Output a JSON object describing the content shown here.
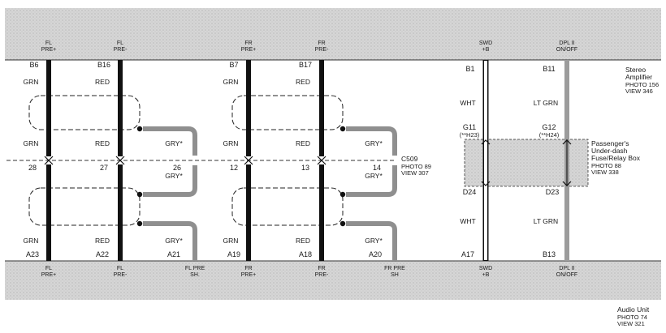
{
  "top_connector": {
    "signals": [
      {
        "l1": "FL",
        "l2": "PRE+"
      },
      {
        "l1": "FL",
        "l2": "PRE-"
      },
      {
        "l1": "FR",
        "l2": "PRE+"
      },
      {
        "l1": "FR",
        "l2": "PRE-"
      },
      {
        "l1": "SWD",
        "l2": "+B"
      },
      {
        "l1": "DPL II",
        "l2": "ON/OFF"
      }
    ],
    "component": {
      "name1": "Stereo",
      "name2": "Amplifier",
      "photo": "PHOTO 156",
      "view": "VIEW 346"
    }
  },
  "bottom_connector": {
    "signals": [
      {
        "l1": "FL",
        "l2": "PRE+"
      },
      {
        "l1": "FL",
        "l2": "PRE-"
      },
      {
        "l1": "FL PRE",
        "l2": "SH."
      },
      {
        "l1": "FR",
        "l2": "PRE+"
      },
      {
        "l1": "FR",
        "l2": "PRE-"
      },
      {
        "l1": "FR PRE",
        "l2": "SH"
      },
      {
        "l1": "SWD",
        "l2": "+B"
      },
      {
        "l1": "DPL II",
        "l2": "ON/OFF"
      }
    ],
    "component": {
      "name": "Audio Unit",
      "photo": "PHOTO 74",
      "view": "VIEW 321"
    }
  },
  "wires": [
    {
      "top_pin": "B6",
      "bottom_pin": "A23",
      "upper_color": "GRN",
      "mid_color": "GRN",
      "lower_color": "GRN",
      "c509_pin": "28"
    },
    {
      "top_pin": "B16",
      "bottom_pin": "A22",
      "upper_color": "RED",
      "mid_color": "RED",
      "lower_color": "RED",
      "c509_pin": "27"
    },
    {
      "top_pin": "B7",
      "bottom_pin": "A19",
      "upper_color": "GRN",
      "mid_color": "GRN",
      "lower_color": "GRN",
      "c509_pin": "12"
    },
    {
      "top_pin": "B17",
      "bottom_pin": "A18",
      "upper_color": "RED",
      "mid_color": "RED",
      "lower_color": "RED",
      "c509_pin": "13"
    }
  ],
  "shields": [
    {
      "upper_color": "GRY*",
      "c509_pin": "26",
      "lower_color1": "GRY*",
      "lower_color2": "GRY*",
      "bottom_pin": "A21"
    },
    {
      "upper_color": "GRY*",
      "c509_pin": "14",
      "lower_color1": "GRY*",
      "lower_color2": "GRY*",
      "bottom_pin": "A20"
    }
  ],
  "c509": {
    "name": "C509",
    "photo": "PHOTO 89",
    "view": "VIEW 307"
  },
  "power_wires": [
    {
      "top_pin": "B1",
      "upper_color": "WHT",
      "fuse_top_pin": "G11",
      "fuse_top_note": "(**H23)",
      "fuse_bottom_pin": "D24",
      "lower_color": "WHT",
      "bottom_pin": "A17"
    },
    {
      "top_pin": "B11",
      "upper_color": "LT GRN",
      "fuse_top_pin": "G12",
      "fuse_top_note": "(**H24)",
      "fuse_bottom_pin": "D23",
      "lower_color": "LT GRN",
      "bottom_pin": "B13"
    }
  ],
  "fuse_box": {
    "name1": "Passenger's",
    "name2": "Under-dash",
    "name3": "Fuse/Relay Box",
    "photo": "PHOTO 88",
    "view": "VIEW 338"
  }
}
